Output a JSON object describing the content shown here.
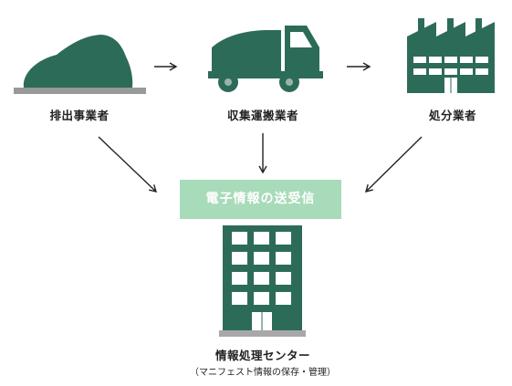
{
  "diagram": {
    "nodes": {
      "discharger": {
        "label": "排出事業者",
        "icon": "waste-pile-icon"
      },
      "collector": {
        "label": "収集運搬業者",
        "icon": "truck-icon"
      },
      "disposer": {
        "label": "処分業者",
        "icon": "factory-icon"
      },
      "center": {
        "label": "情報処理センター",
        "sublabel": "（マニフェスト情報の保存・管理）",
        "icon": "office-building-icon"
      }
    },
    "banner": {
      "text": "電子情報の送受信"
    },
    "colors": {
      "icon": "#2d6b59",
      "banner": "#a8dbb9",
      "ground": "#999999",
      "arrow": "#222222",
      "window": "#ffffff"
    }
  }
}
